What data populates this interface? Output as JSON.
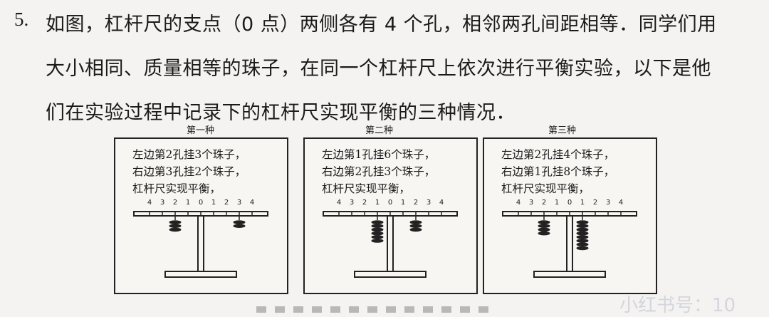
{
  "question": {
    "number": "5.",
    "lines": [
      "如图，杠杆尺的支点（0 点）两侧各有 4 个孔，相邻两孔间距相等．同学们用",
      "大小相同、质量相等的珠子，在同一个杠杆尺上依次进行平衡实验，以下是他",
      "们在实验过程中记录下的杠杆尺实现平衡的三种情况．"
    ]
  },
  "panels": [
    {
      "title": "第一种",
      "lines": [
        "左边第2孔挂3个珠子，",
        "右边第3孔挂2个珠子，",
        "杠杆尺实现平衡，"
      ],
      "scale_labels": [
        "4",
        "3",
        "2",
        "1",
        "0",
        "1",
        "2",
        "3",
        "4"
      ],
      "left": {
        "hole": 2,
        "beads": 3
      },
      "right": {
        "hole": 3,
        "beads": 2
      }
    },
    {
      "title": "第二种",
      "lines": [
        "左边第1孔挂6个珠子，",
        "右边第2孔挂3个珠子，",
        "杠杆尺实现平衡，"
      ],
      "scale_labels": [
        "4",
        "3",
        "2",
        "1",
        "0",
        "1",
        "2",
        "3",
        "4"
      ],
      "left": {
        "hole": 1,
        "beads": 6
      },
      "right": {
        "hole": 2,
        "beads": 3
      }
    },
    {
      "title": "第三种",
      "lines": [
        "左边第2孔挂4个珠子，",
        "右边第1孔挂8个珠子，",
        "杠杆尺实现平衡，"
      ],
      "scale_labels": [
        "4",
        "3",
        "2",
        "1",
        "0",
        "1",
        "2",
        "3",
        "4"
      ],
      "left": {
        "hole": 2,
        "beads": 4
      },
      "right": {
        "hole": 1,
        "beads": 8
      }
    }
  ],
  "watermark": "小红书号：10"
}
